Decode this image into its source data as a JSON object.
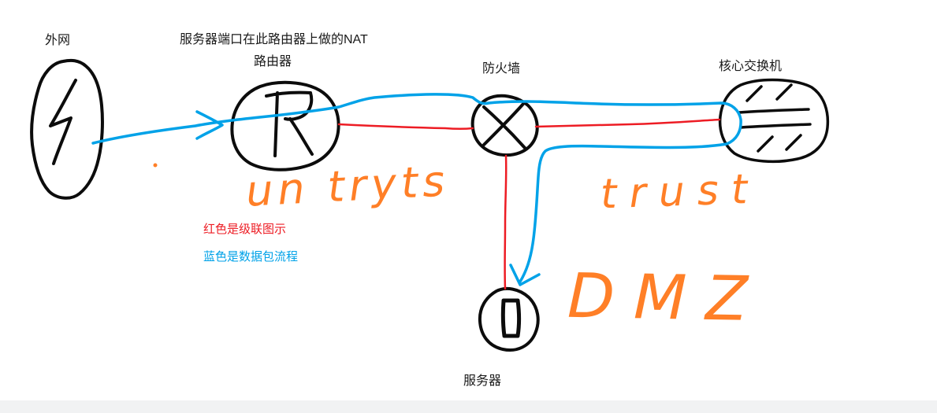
{
  "canvas": {
    "background": "#ffffff",
    "colors": {
      "stroke_black": "#0c0c0c",
      "packet_flow_blue": "#00A2E8",
      "cascade_red": "#ED1C24",
      "zone_orange": "#FF7F27"
    }
  },
  "annotation": {
    "nat_note": "服务器端口在此路由器上做的NAT"
  },
  "nodes": {
    "internet": {
      "label": "外网"
    },
    "router": {
      "label": "路由器"
    },
    "firewall": {
      "label": "防火墙"
    },
    "core_switch": {
      "label": "核心交换机"
    },
    "server": {
      "label": "服务器"
    }
  },
  "zones": {
    "untrust": {
      "label": "un tryts"
    },
    "trust": {
      "label": "trust"
    },
    "dmz": {
      "label": "DMZ"
    }
  },
  "legend": {
    "red_line": "红色是级联图示",
    "blue_line": "蓝色是数据包流程"
  }
}
